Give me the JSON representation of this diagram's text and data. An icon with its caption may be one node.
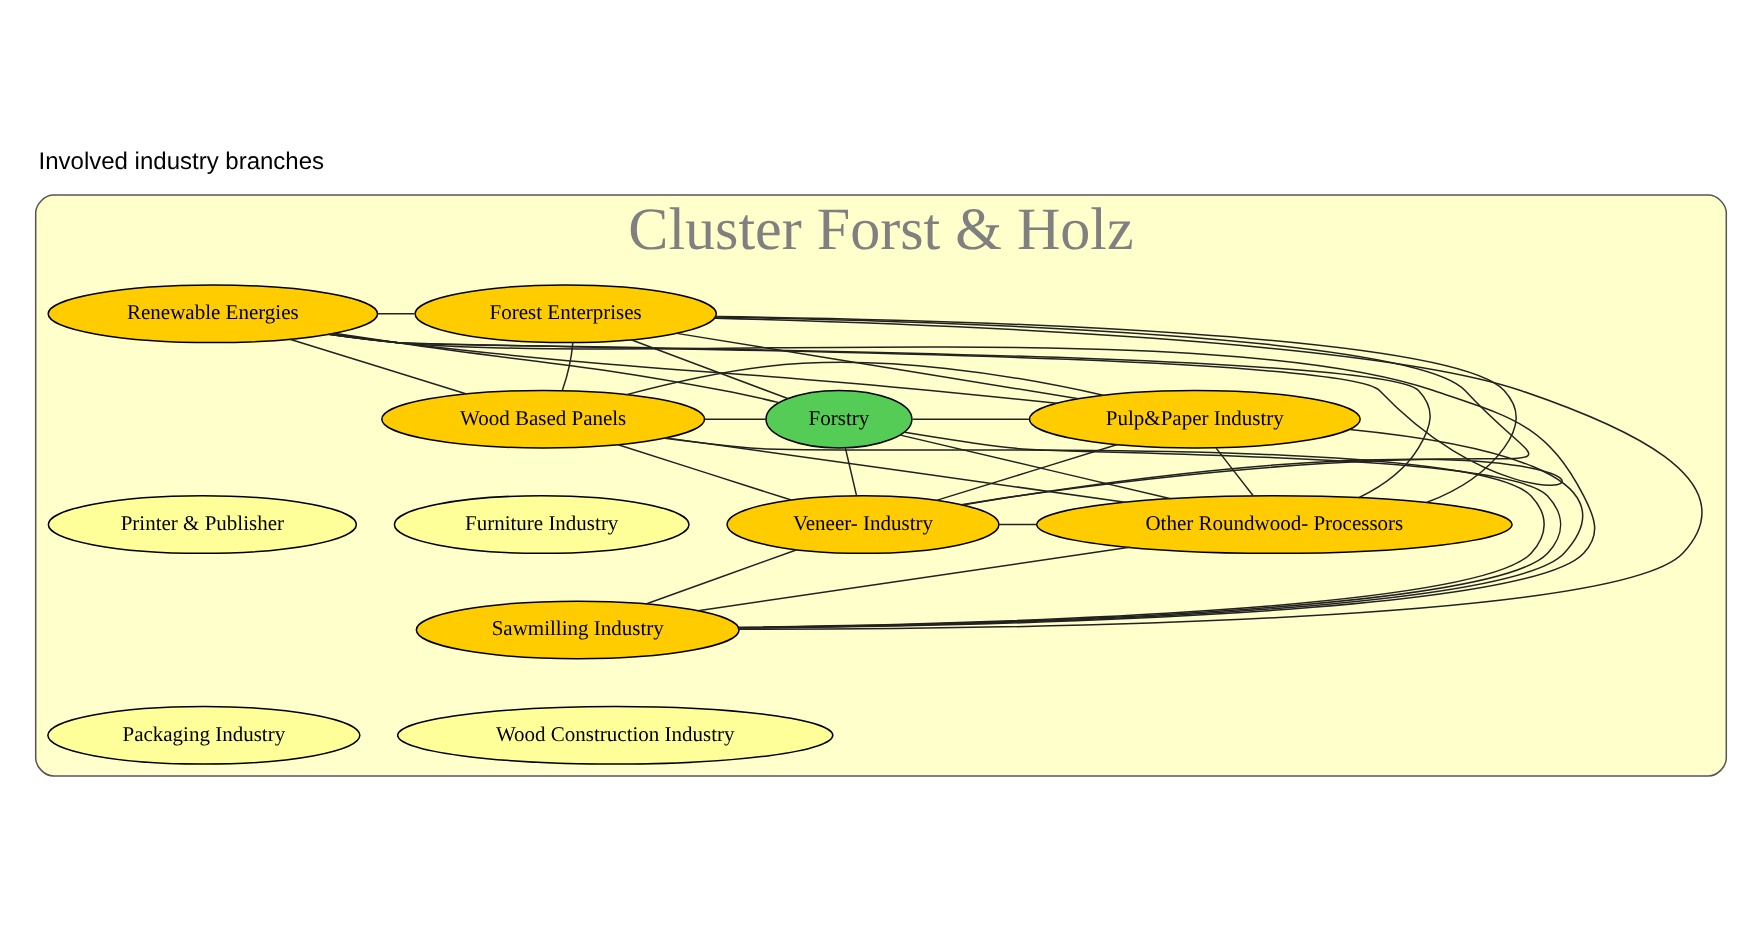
{
  "diagram": {
    "title": "Involved industry branches",
    "nodes": [
      {
        "text": [
          "Cluster Forst & Holz"
        ]
      },
      {
        "text": [
          "Forest Enterprises"
        ],
        "in": 0
      },
      {
        "text": [
          "Renewable Energies"
        ],
        "in": 0
      },
      {
        "text": [
          "Wood Based Panels"
        ],
        "in": 0
      },
      {
        "text": [
          "Forstry"
        ],
        "in": 0
      },
      {
        "text": [
          "Pulp&Paper Industry"
        ],
        "in": 0
      },
      {
        "text": [
          "Furniture Industry"
        ],
        "in": 0
      },
      {
        "text": [
          "Veneer- Industry"
        ],
        "in": 0
      },
      {
        "text": [
          "Other Roundwood- Processors"
        ],
        "in": 0
      },
      {
        "text": [
          "Printer & Publisher"
        ],
        "in": 0
      },
      {
        "text": [
          "Sawmilling Industry"
        ],
        "in": 0
      },
      {
        "text": [
          "Wood Construction Industry"
        ],
        "in": 0
      },
      {
        "text": [
          "Packaging Industry"
        ],
        "in": 0
      }
    ],
    "edges": [
      {
        "from": 1,
        "to": 2,
        "arrow": "none"
      },
      {
        "from": 1,
        "to": 3,
        "arrow": "none"
      },
      {
        "from": 1,
        "to": 4,
        "arrow": "none"
      },
      {
        "from": 1,
        "to": 5,
        "arrow": "none"
      },
      {
        "from": 1,
        "to": 7,
        "arrow": "none"
      },
      {
        "from": 1,
        "to": 8,
        "arrow": "none"
      },
      {
        "from": 1,
        "to": 10,
        "arrow": "none"
      },
      {
        "from": 2,
        "to": 3,
        "arrow": "none"
      },
      {
        "from": 2,
        "to": 4,
        "arrow": "none"
      },
      {
        "from": 2,
        "to": 5,
        "arrow": "none"
      },
      {
        "from": 2,
        "to": 7,
        "arrow": "none"
      },
      {
        "from": 2,
        "to": 8,
        "arrow": "none"
      },
      {
        "from": 2,
        "to": 10,
        "arrow": "none"
      },
      {
        "from": 3,
        "to": 4,
        "arrow": "none"
      },
      {
        "from": 3,
        "to": 5,
        "arrow": "none"
      },
      {
        "from": 3,
        "to": 7,
        "arrow": "none"
      },
      {
        "from": 3,
        "to": 8,
        "arrow": "none"
      },
      {
        "from": 3,
        "to": 10,
        "arrow": "none"
      },
      {
        "from": 4,
        "to": 5,
        "arrow": "none"
      },
      {
        "from": 4,
        "to": 7,
        "arrow": "none"
      },
      {
        "from": 4,
        "to": 8,
        "arrow": "none"
      },
      {
        "from": 4,
        "to": 10,
        "arrow": "none"
      },
      {
        "from": 5,
        "to": 7,
        "arrow": "none"
      },
      {
        "from": 5,
        "to": 8,
        "arrow": "none"
      },
      {
        "from": 5,
        "to": 10,
        "arrow": "none"
      },
      {
        "from": 7,
        "to": 8,
        "arrow": "none"
      },
      {
        "from": 7,
        "to": 10,
        "arrow": "none"
      },
      {
        "from": 8,
        "to": 10,
        "arrow": "none"
      }
    ]
  }
}
